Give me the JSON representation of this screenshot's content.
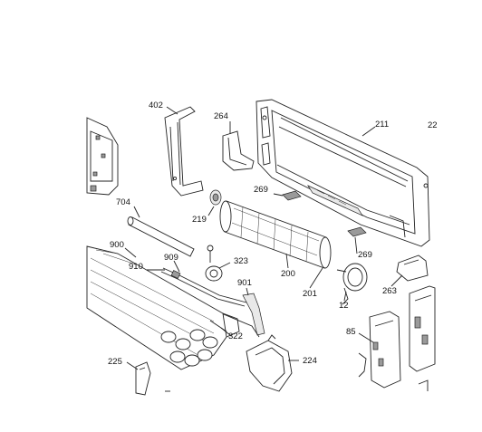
{
  "diagram": {
    "callouts": {
      "p402": "402",
      "p264": "264",
      "p211": "211",
      "p22": "22",
      "p269a": "269",
      "p704": "704",
      "p219": "219",
      "p900": "900",
      "p323": "323",
      "p909": "909",
      "p910": "910",
      "p200": "200",
      "p269b": "269",
      "p901": "901",
      "p201": "201",
      "p12": "12",
      "p263": "263",
      "p85": "85",
      "p322": "322",
      "p225": "225",
      "p224": "224"
    }
  }
}
